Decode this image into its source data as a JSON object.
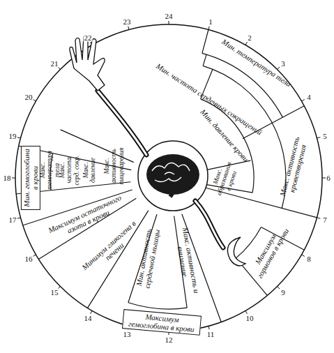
{
  "diagram": {
    "nodes": [
      {
        "text": [
          "Мин. температура тела"
        ]
      },
      {
        "text": [
          "Мин. частота сердечных сокращений"
        ]
      },
      {
        "text": [
          "Мин. давление крови"
        ]
      },
      {
        "text": [
          "Макс. активность кроветворения"
        ]
      },
      {
        "text": [
          "Макс. образования в крови"
        ]
      },
      {
        "text": [
          "Максимум гормонов в крови"
        ]
      },
      {
        "text": [
          "Мин. активность сердечной мышцы"
        ]
      },
      {
        "text": [
          "Макс. активность и внимание"
        ]
      },
      {
        "text": [
          "Максимум гемоглобина в крови"
        ]
      },
      {
        "text": [
          "Минимум гликогена в печени"
        ]
      },
      {
        "text": [
          "Максимум остаточного азота в крови"
        ]
      },
      {
        "text": [
          "Мин. гемоглобина в крови"
        ]
      },
      {
        "text": [
          "Макс. температура тела"
        ]
      },
      {
        "text": [
          "Макс. частота серд. сокр."
        ]
      },
      {
        "text": [
          "Макс. давление"
        ]
      },
      {
        "text": [
          "Макс. активность пищеварения"
        ]
      }
    ],
    "labels": [
      "1",
      "2",
      "3",
      "4",
      "5",
      "6",
      "7",
      "8",
      "9",
      "10",
      "11",
      "12",
      "13",
      "14",
      "15",
      "16",
      "17",
      "18",
      "19",
      "20",
      "21",
      "22",
      "23",
      "24"
    ]
  }
}
